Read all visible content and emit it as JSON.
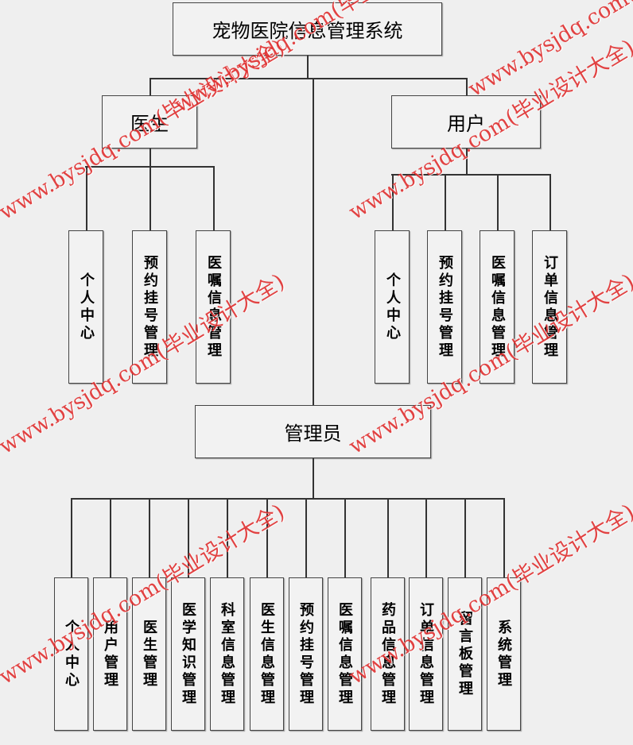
{
  "root": {
    "label": "宠物医院信息管理系统"
  },
  "doctor": {
    "label": "医生",
    "children": [
      "个人中心",
      "预约挂号管理",
      "医嘱信息管理"
    ]
  },
  "user": {
    "label": "用户",
    "children": [
      "个人中心",
      "预约挂号管理",
      "医嘱信息管理",
      "订单信息管理"
    ]
  },
  "admin": {
    "label": "管理员",
    "children": [
      "个人中心",
      "用户管理",
      "医生管理",
      "医学知识管理",
      "科室信息管理",
      "医生信息管理",
      "预约挂号管理",
      "医嘱信息管理",
      "药品信息管理",
      "订单信息管理",
      "留言板管理",
      "系统管理"
    ]
  },
  "watermark": "www.bysjdq.com(毕业设计大全)",
  "colors": {
    "line": "#333333",
    "watermark": "#e03030",
    "background": "#efefef"
  }
}
